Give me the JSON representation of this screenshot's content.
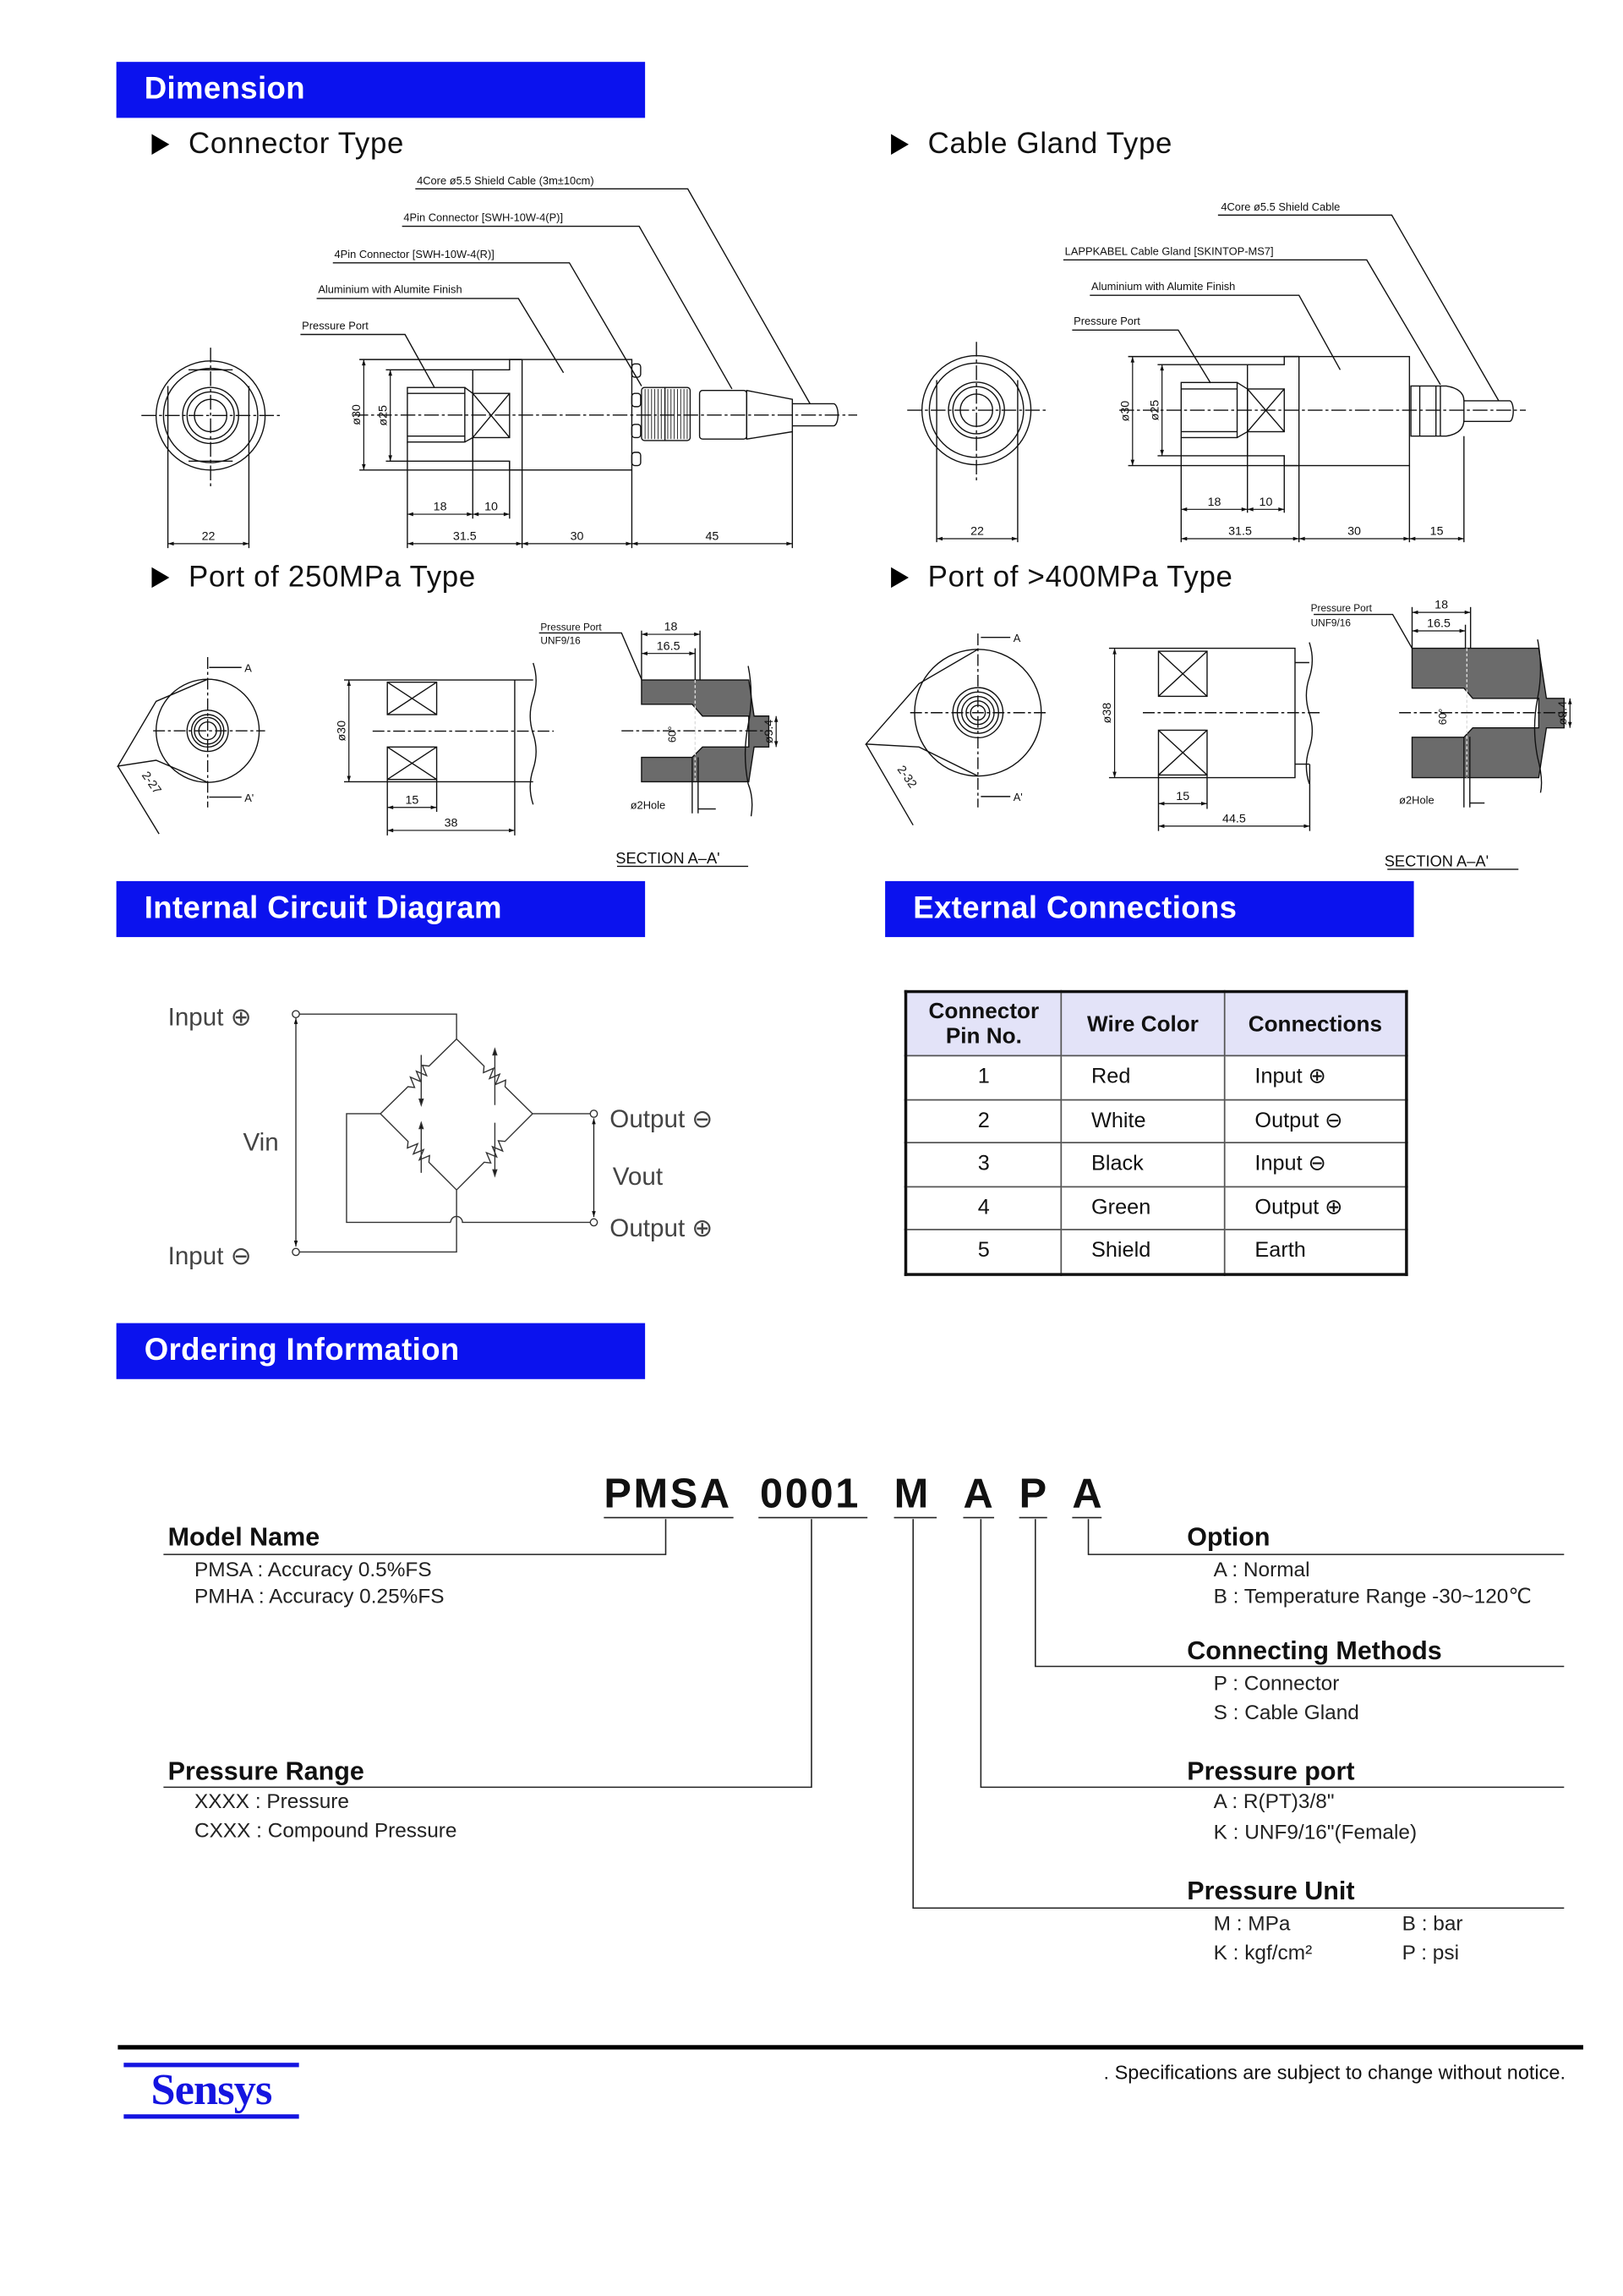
{
  "sections": {
    "dimension": "Dimension",
    "circuit": "Internal Circuit Diagram",
    "external": "External Connections",
    "ordering": "Ordering Information"
  },
  "dimension": {
    "connector_type": {
      "title": "Connector Type",
      "labels": {
        "cable": "4Core ø5.5 Shield Cable (3m±10cm)",
        "connector_p": "4Pin Connector [SWH-10W-4(P)]",
        "connector_r": "4Pin Connector [SWH-10W-4(R)]",
        "body": "Aluminium with Alumite Finish",
        "port": "Pressure Port"
      },
      "dims": {
        "d30": "ø30",
        "d25": "ø25",
        "l18": "18",
        "l10": "10",
        "w22": "22",
        "l31_5": "31.5",
        "l30": "30",
        "l45": "45"
      }
    },
    "cable_gland_type": {
      "title": "Cable Gland Type",
      "labels": {
        "cable": "4Core ø5.5 Shield Cable",
        "gland": "LAPPKABEL Cable Gland [SKINTOP-MS7]",
        "body": "Aluminium with Alumite Finish",
        "port": "Pressure Port"
      },
      "dims": {
        "d30": "ø30",
        "d25": "ø25",
        "l18": "18",
        "l10": "10",
        "w22": "22",
        "l31_5": "31.5",
        "l30": "30",
        "l15": "15"
      }
    },
    "port_250": {
      "title": "Port of 250MPa Type",
      "section_marks": {
        "a": "A",
        "a_prime": "A'"
      },
      "hex": "2-27",
      "port_label": "Pressure Port",
      "port_thread": "UNF9/16",
      "angle": "60°",
      "hole": "ø2Hole",
      "section": "SECTION A–A'",
      "dims": {
        "d30": "ø30",
        "l15": "15",
        "l38": "38",
        "l18": "18",
        "l16_5": "16.5",
        "d9_4": "ø9.4"
      }
    },
    "port_400": {
      "title": "Port of >400MPa Type",
      "section_marks": {
        "a": "A",
        "a_prime": "A'"
      },
      "hex": "2-32",
      "port_label": "Pressure Port",
      "port_thread": "UNF9/16",
      "angle": "60°",
      "hole": "ø2Hole",
      "section": "SECTION A–A'",
      "dims": {
        "d38": "ø38",
        "l15": "15",
        "l44_5": "44.5",
        "l18": "18",
        "l16_5": "16.5",
        "d9_4": "ø9.4"
      }
    }
  },
  "circuit": {
    "input_pos": "Input ⊕",
    "input_neg": "Input ⊖",
    "output_neg": "Output ⊖",
    "output_pos": "Output ⊕",
    "vin": "Vin",
    "vout": "Vout"
  },
  "external_table": {
    "headers": {
      "pin_line1": "Connector",
      "pin_line2": "Pin No.",
      "wire": "Wire Color",
      "conn": "Connections"
    },
    "rows": [
      {
        "pin": "1",
        "wire": "Red",
        "conn": "Input ⊕"
      },
      {
        "pin": "2",
        "wire": "White",
        "conn": "Output ⊖"
      },
      {
        "pin": "3",
        "wire": "Black",
        "conn": "Input ⊖"
      },
      {
        "pin": "4",
        "wire": "Green",
        "conn": "Output ⊕"
      },
      {
        "pin": "5",
        "wire": "Shield",
        "conn": "Earth"
      }
    ]
  },
  "ordering": {
    "code": [
      "PMSA",
      "0001",
      "M",
      "A",
      "P",
      "A"
    ],
    "model_name": {
      "title": "Model Name",
      "items": [
        "PMSA : Accuracy 0.5%FS",
        "PMHA : Accuracy 0.25%FS"
      ]
    },
    "pressure_range": {
      "title": "Pressure Range",
      "items": [
        "XXXX : Pressure",
        "CXXX : Compound Pressure"
      ]
    },
    "option": {
      "title": "Option",
      "items": [
        "A : Normal",
        "B : Temperature Range -30~120℃"
      ]
    },
    "connecting_methods": {
      "title": "Connecting Methods",
      "items": [
        "P : Connector",
        "S : Cable Gland"
      ]
    },
    "pressure_port": {
      "title": "Pressure port",
      "items": [
        "A : R(PT)3/8\"",
        "K : UNF9/16\"(Female)"
      ]
    },
    "pressure_unit": {
      "title": "Pressure Unit",
      "items": [
        "M : MPa",
        "B : bar",
        "K : kgf/cm²",
        "P : psi"
      ]
    }
  },
  "footer": {
    "logo": "Sensys",
    "note": ". Specifications are subject to change without notice."
  },
  "colors": {
    "header_blue": "#0b12ee",
    "table_header": "#e3e3f8",
    "logo_blue": "#1414e0"
  }
}
